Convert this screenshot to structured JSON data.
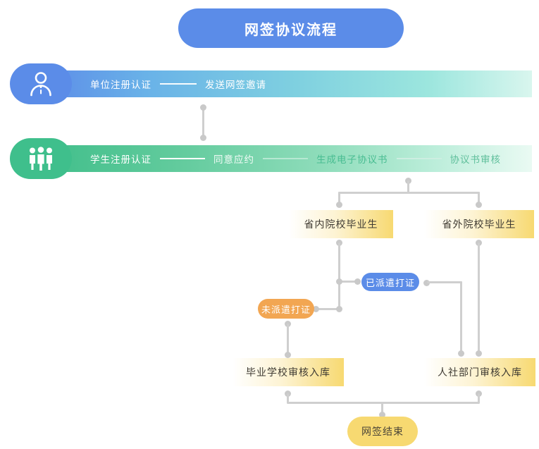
{
  "title": {
    "text": "网签协议流程",
    "color": "#5b8ce8"
  },
  "lanes": [
    {
      "id": "employer-lane",
      "icon": "person-info-icon",
      "icon_color": "#5b8ce8",
      "bar_gradient_from": "#5f93e8",
      "bar_gradient_to": "#d9f6ee",
      "steps": [
        {
          "label": "单位注册认证"
        },
        {
          "label": "发送网签邀请"
        }
      ]
    },
    {
      "id": "student-lane",
      "icon": "people-group-icon",
      "icon_color": "#3fbf8c",
      "bar_gradient_from": "#45c08d",
      "bar_gradient_to": "#eafaf3",
      "steps": [
        {
          "label": "学生注册认证"
        },
        {
          "label": "同意应约"
        },
        {
          "label": "生成电子协议书"
        },
        {
          "label": "协议书审核"
        }
      ]
    }
  ],
  "nodes": {
    "in_province": {
      "label": "省内院校毕业生",
      "style": "yellow-gradient-box"
    },
    "out_province": {
      "label": "省外院校毕业生",
      "style": "yellow-gradient-box"
    },
    "dispatched": {
      "label": "已派遣打证",
      "style": "blue-pill",
      "color": "#5b8ce8"
    },
    "not_dispatched": {
      "label": "未派遣打证",
      "style": "orange-pill",
      "color": "#f2a652"
    },
    "school_archive": {
      "label": "毕业学校审核入库",
      "style": "yellow-gradient-box"
    },
    "hr_archive": {
      "label": "人社部门审核入库",
      "style": "yellow-gradient-box"
    },
    "end": {
      "label": "网签结束",
      "style": "yellow-solid-pill",
      "color": "#f7d971"
    }
  },
  "connector": {
    "line_color": "#cfcfcf",
    "dot_color": "#c9c9c9"
  }
}
